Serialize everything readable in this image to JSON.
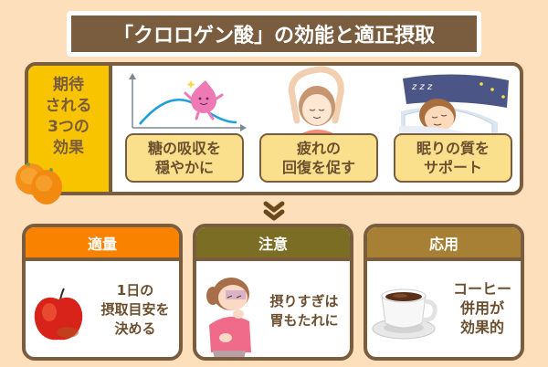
{
  "title": "「クロロゲン酸」の効能と適正摂取",
  "colors": {
    "background": "#fedfbc",
    "border_brown": "#7a5c3e",
    "title_bg": "#7a5c3e",
    "side_yellow": "#f8c400",
    "label_yellow": "#fae08d",
    "card_orange": "#f98200",
    "card_olive": "#7b6d24",
    "card_gold": "#a88035"
  },
  "top_section": {
    "side_label": [
      "期待",
      "される",
      "3つの",
      "効果"
    ],
    "benefits": [
      {
        "label_lines": [
          "糖の吸収を",
          "穏やかに"
        ],
        "illustration": "blood-sugar-curve-with-droplet-character"
      },
      {
        "label_lines": [
          "疲れの",
          "回復を促す"
        ],
        "illustration": "woman-stretching"
      },
      {
        "label_lines": [
          "眠りの質を",
          "サポート"
        ],
        "illustration": "boy-sleeping-night-sky"
      }
    ],
    "decoration": "oranges"
  },
  "divider_icon": "double-chevron-down-icon",
  "cards": [
    {
      "header": "適量",
      "header_color": "#f98200",
      "text_lines": [
        "1日の",
        "摂取目安を",
        "決める"
      ],
      "illustration": "apple"
    },
    {
      "header": "注意",
      "header_color": "#7b6d24",
      "text_lines": [
        "摂りすぎは",
        "胃もたれに"
      ],
      "illustration": "woman-feeling-sick"
    },
    {
      "header": "応用",
      "header_color": "#a88035",
      "text_lines": [
        "コーヒー",
        "併用が",
        "効果的"
      ],
      "illustration": "coffee-cup"
    }
  ]
}
